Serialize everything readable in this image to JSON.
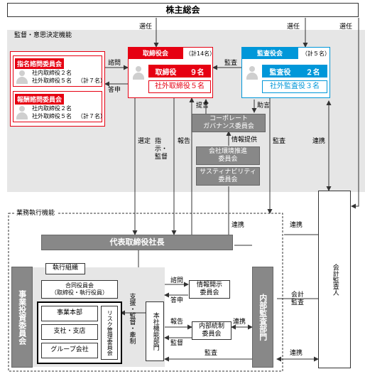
{
  "shareholders": "株主総会",
  "supervision_area": "監督・意思決定機能",
  "execution_area": "業務執行機能",
  "board": {
    "tag": "取締役会",
    "total": "（計14名）",
    "line1_label": "取締役",
    "line1_count": "９名",
    "line2": "社外取締役５名"
  },
  "auditors": {
    "tag": "監査役会",
    "total": "（計５名）",
    "line1_label": "監査役",
    "line1_count": "２名",
    "line2": "社外監査役３名"
  },
  "nomination": {
    "tag": "指名諮問委員会",
    "line1": "社内取締役２名",
    "line2": "社外取締役５名",
    "total": "（計７名）"
  },
  "compensation": {
    "tag": "報酬諮問委員会",
    "line1": "社内取締役２名",
    "line2": "社外取締役５名",
    "total": "（計７名）"
  },
  "governance": "コーポレート\nガバナンス委員会",
  "environment": "会社環境推進\n委員会",
  "sustainability": "サスティナビリティ\n委員会",
  "ceo": "代表取締役社長",
  "exec_org": "執行組織",
  "joint_officers": "合同役員会\n（取締役・執行役員）",
  "business_hq": "事業本部",
  "branch": "支社・支店",
  "group": "グループ会社",
  "risk": "リスク管理委員会",
  "hq_function": "本社機能部門",
  "disclosure": "情報開示\n委員会",
  "internal_control": "内部統制\n委員会",
  "investment": "事業投資委員会",
  "internal_audit": "内部監査部門",
  "accounting_auditor": "会計監査人",
  "labels": {
    "elect1": "選任",
    "elect2": "選任",
    "elect3": "選任",
    "consult": "諮問",
    "report_ans": "答申",
    "audit1": "監査",
    "advice": "助言",
    "proposal": "提言",
    "info": "情報提供",
    "select": "選定",
    "direct": "指示・監督",
    "report1": "報告",
    "audit2": "監査",
    "coop1": "連携",
    "coop2": "連携",
    "coop3": "連携",
    "coop4": "連携",
    "coop5": "連携",
    "consult2": "諮問",
    "report_ans2": "答申",
    "support": "支援・監督・牽制",
    "report2": "報告",
    "audit3": "監督",
    "audit4": "監査",
    "acc_audit": "会計\n監査"
  }
}
